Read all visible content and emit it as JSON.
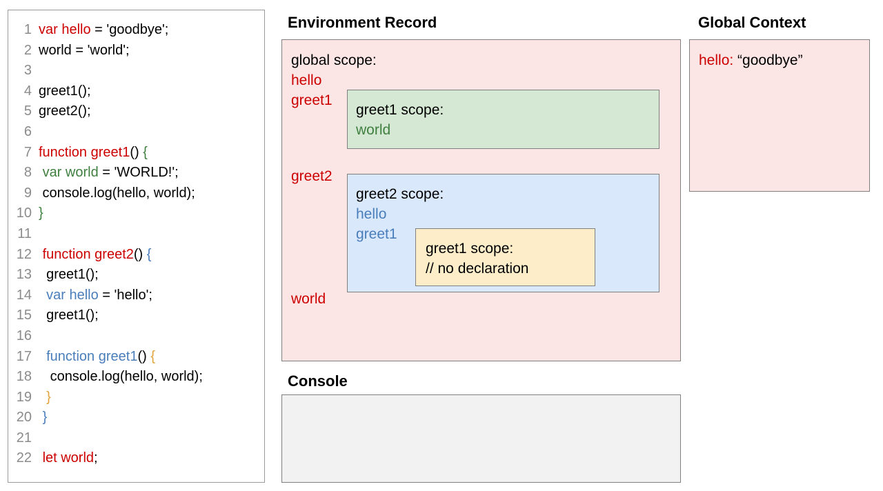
{
  "code_panel": {
    "lines": [
      {
        "number": "1",
        "segments": [
          {
            "text": "var hello",
            "color": "red"
          },
          {
            "text": " = 'goodbye';",
            "color": "black"
          }
        ]
      },
      {
        "number": "2",
        "segments": [
          {
            "text": "world = 'world';",
            "color": "black"
          }
        ]
      },
      {
        "number": "3",
        "segments": [
          {
            "text": "",
            "color": "black"
          }
        ]
      },
      {
        "number": "4",
        "segments": [
          {
            "text": "greet1();",
            "color": "black"
          }
        ]
      },
      {
        "number": "5",
        "segments": [
          {
            "text": "greet2();",
            "color": "black"
          }
        ]
      },
      {
        "number": "6",
        "segments": [
          {
            "text": "",
            "color": "black"
          }
        ]
      },
      {
        "number": "7",
        "segments": [
          {
            "text": "function greet1",
            "color": "red"
          },
          {
            "text": "() ",
            "color": "black"
          },
          {
            "text": "{",
            "color": "green"
          }
        ]
      },
      {
        "number": "8",
        "segments": [
          {
            "text": " ",
            "color": "black"
          },
          {
            "text": "var world",
            "color": "green"
          },
          {
            "text": " = 'WORLD!';",
            "color": "black"
          }
        ]
      },
      {
        "number": "9",
        "segments": [
          {
            "text": " console.log(hello, world);",
            "color": "black"
          }
        ]
      },
      {
        "number": "10",
        "segments": [
          {
            "text": "}",
            "color": "green"
          }
        ]
      },
      {
        "number": "11",
        "segments": [
          {
            "text": "",
            "color": "black"
          }
        ]
      },
      {
        "number": "12",
        "segments": [
          {
            "text": " ",
            "color": "black"
          },
          {
            "text": "function greet2",
            "color": "red"
          },
          {
            "text": "() ",
            "color": "black"
          },
          {
            "text": "{",
            "color": "blue"
          }
        ]
      },
      {
        "number": "13",
        "segments": [
          {
            "text": "  greet1();",
            "color": "black"
          }
        ]
      },
      {
        "number": "14",
        "segments": [
          {
            "text": "  ",
            "color": "black"
          },
          {
            "text": "var hello",
            "color": "blue"
          },
          {
            "text": " = 'hello';",
            "color": "black"
          }
        ]
      },
      {
        "number": "15",
        "segments": [
          {
            "text": "  greet1();",
            "color": "black"
          }
        ]
      },
      {
        "number": "16",
        "segments": [
          {
            "text": "",
            "color": "black"
          }
        ]
      },
      {
        "number": "17",
        "segments": [
          {
            "text": "  ",
            "color": "black"
          },
          {
            "text": "function greet1",
            "color": "blue"
          },
          {
            "text": "() ",
            "color": "black"
          },
          {
            "text": "{",
            "color": "orange"
          }
        ]
      },
      {
        "number": "18",
        "segments": [
          {
            "text": "   console.log(hello, world);",
            "color": "black"
          }
        ]
      },
      {
        "number": "19",
        "segments": [
          {
            "text": "  ",
            "color": "black"
          },
          {
            "text": "}",
            "color": "orange"
          }
        ]
      },
      {
        "number": "20",
        "segments": [
          {
            "text": " ",
            "color": "black"
          },
          {
            "text": "}",
            "color": "blue"
          }
        ]
      },
      {
        "number": "21",
        "segments": [
          {
            "text": "",
            "color": "black"
          }
        ]
      },
      {
        "number": "22",
        "segments": [
          {
            "text": " ",
            "color": "black"
          },
          {
            "text": "let world",
            "color": "red"
          },
          {
            "text": ";",
            "color": "black"
          }
        ]
      }
    ]
  },
  "environment_record": {
    "title": "Environment Record",
    "global_scope_heading": "global scope:",
    "global_bindings": {
      "hello": "hello",
      "greet1": "greet1",
      "greet2": "greet2",
      "world": "world"
    },
    "greet1_scope": {
      "heading": "greet1 scope:",
      "bindings": [
        "world"
      ]
    },
    "greet2_scope": {
      "heading": "greet2 scope:",
      "bindings": [
        "hello",
        "greet1"
      ],
      "inner_greet1_scope": {
        "heading": "greet1 scope:",
        "comment": "// no declaration"
      }
    }
  },
  "global_context": {
    "title": "Global Context",
    "entry_key": "hello:",
    "entry_value": "“goodbye”"
  },
  "console": {
    "title": "Console",
    "output": ""
  },
  "colors": {
    "red": "#cc0000",
    "green": "#3f7f3f",
    "blue": "#4a7ebb",
    "orange": "#e2a33c",
    "black": "#000000",
    "line_number_gray": "#8b8b8b",
    "pink_panel_bg": "#fce5e5",
    "green_box_bg": "#d5e8d4",
    "blue_box_bg": "#dae8fc",
    "yellow_box_bg": "#fdedc9",
    "console_bg": "#f2f2f2",
    "border_gray": "#7f7f7f"
  }
}
